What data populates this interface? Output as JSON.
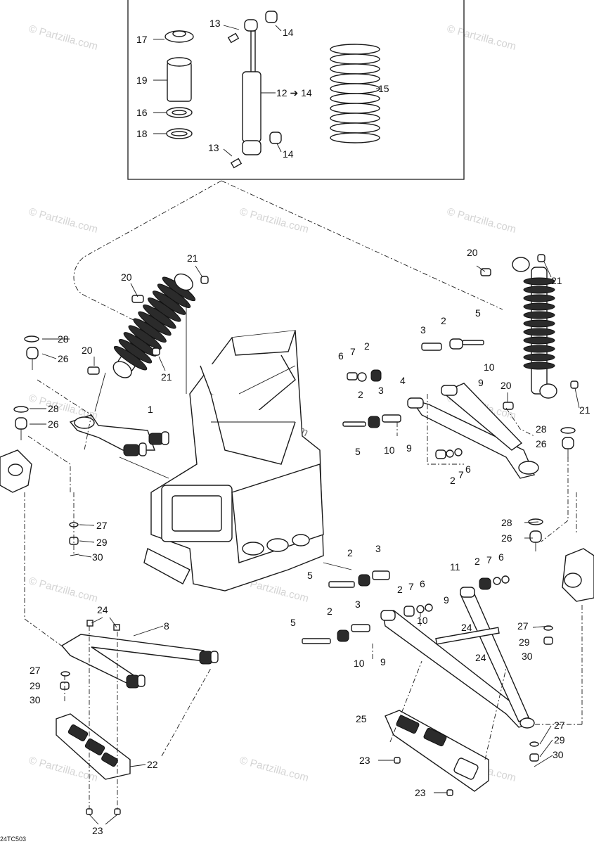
{
  "watermark": "© Partzilla.com",
  "figure_code": "24TC503",
  "colors": {
    "line": "#1a1a1a",
    "watermark": "#d4d4d4",
    "background": "#ffffff"
  },
  "inset_labels": [
    "17",
    "19",
    "16",
    "18",
    "13",
    "14",
    "12 ➔ 14",
    "15",
    "13",
    "14"
  ],
  "main_labels": [
    "21",
    "20",
    "28",
    "26",
    "20",
    "21",
    "28",
    "26",
    "1",
    "20",
    "21",
    "5",
    "3",
    "2",
    "6",
    "7",
    "2",
    "10",
    "9",
    "2",
    "3",
    "4",
    "20",
    "5",
    "10",
    "9",
    "21",
    "28",
    "26",
    "6",
    "7",
    "2",
    "27",
    "29",
    "30",
    "28",
    "26",
    "2",
    "3",
    "5",
    "11",
    "2",
    "7",
    "6",
    "2",
    "7",
    "6",
    "9",
    "10",
    "3",
    "2",
    "5",
    "24",
    "24",
    "8",
    "27",
    "29",
    "30",
    "10",
    "9",
    "24",
    "27",
    "29",
    "30",
    "25",
    "27",
    "29",
    "30",
    "22",
    "23",
    "23",
    "23"
  ]
}
